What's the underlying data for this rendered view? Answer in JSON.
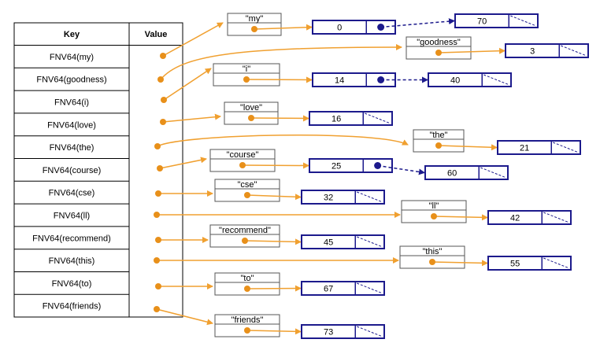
{
  "table": {
    "headers": {
      "key": "Key",
      "value": "Value"
    },
    "rows": [
      "FNV64(my)",
      "FNV64(goodness)",
      "FNV64(i)",
      "FNV64(love)",
      "FNV64(the)",
      "FNV64(course)",
      "FNV64(cse)",
      "FNV64(ll)",
      "FNV64(recommend)",
      "FNV64(this)",
      "FNV64(to)",
      "FNV64(friends)"
    ]
  },
  "entries": [
    {
      "word": "\"my\"",
      "values": [
        "0",
        "70"
      ]
    },
    {
      "word": "\"goodness\"",
      "values": [
        "3"
      ]
    },
    {
      "word": "\"i\"",
      "values": [
        "14",
        "40"
      ]
    },
    {
      "word": "\"love\"",
      "values": [
        "16"
      ]
    },
    {
      "word": "\"the\"",
      "values": [
        "21"
      ]
    },
    {
      "word": "\"course\"",
      "values": [
        "25",
        "60"
      ]
    },
    {
      "word": "\"cse\"",
      "values": [
        "32"
      ]
    },
    {
      "word": "\"ll\"",
      "values": [
        "42"
      ]
    },
    {
      "word": "\"recommend\"",
      "values": [
        "45"
      ]
    },
    {
      "word": "\"this\"",
      "values": [
        "55"
      ]
    },
    {
      "word": "\"to\"",
      "values": [
        "67"
      ]
    },
    {
      "word": "\"friends\"",
      "values": [
        "73"
      ]
    }
  ],
  "colors": {
    "pointer": "#f0a030",
    "pointer_dark": "#e8901a",
    "list": "#1c1a8c",
    "table_border": "#000000",
    "box_border": "#555555"
  }
}
